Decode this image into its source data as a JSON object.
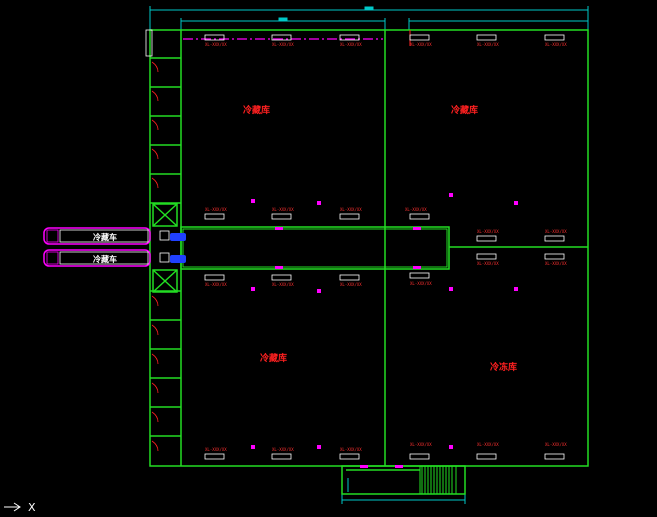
{
  "rooms": [
    {
      "name": "冷藏库"
    },
    {
      "name": "冷藏库"
    },
    {
      "name": "冷藏库"
    },
    {
      "name": "冷冻库"
    }
  ],
  "trucks": [
    {
      "label": "冷藏车"
    },
    {
      "label": "冷藏车"
    }
  ],
  "equipment_tag": "XL-XXX/XX",
  "ucs_label": "X",
  "colors": {
    "wall": "#22dd22",
    "dimension": "#00c8c8",
    "label": "#ff2020",
    "magenta": "#ff00ff",
    "blue": "#2040ff",
    "background": "#000000"
  }
}
